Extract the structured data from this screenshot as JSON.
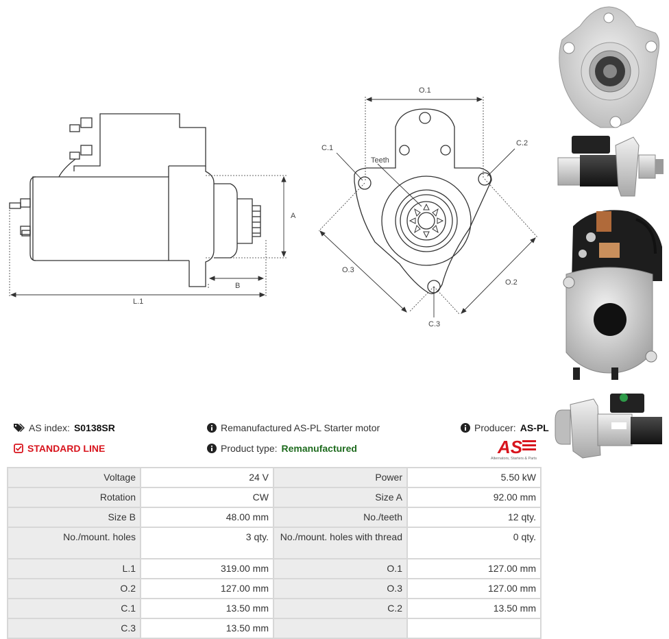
{
  "drawing_side": {
    "dim_a": "A",
    "dim_b": "B",
    "dim_l1": "L.1"
  },
  "drawing_front": {
    "dim_o1": "O.1",
    "dim_o2": "O.2",
    "dim_o3": "O.3",
    "dim_c1": "C.1",
    "dim_c2": "C.2",
    "dim_c3": "C.3",
    "teeth": "Teeth"
  },
  "info": {
    "as_index_label": "AS index:",
    "as_index_value": "S0138SR",
    "line_label": "STANDARD LINE",
    "description": "Remanufactured AS-PL Starter motor",
    "product_type_label": "Product type:",
    "product_type_value": "Remanufactured",
    "producer_label": "Producer:",
    "producer_value": "AS-PL"
  },
  "logo": {
    "mark": "AS",
    "tagline": "Alternators, Starters & Parts",
    "colors": {
      "red": "#d8141d"
    }
  },
  "colors": {
    "accent_red": "#d8141d",
    "accent_green": "#1e6b1e",
    "label_bg": "#ececec",
    "border": "#d7d7d7"
  },
  "specs": [
    {
      "l1": "Voltage",
      "v1": "24 V",
      "l2": "Power",
      "v2": "5.50 kW"
    },
    {
      "l1": "Rotation",
      "v1": "CW",
      "l2": "Size A",
      "v2": "92.00 mm"
    },
    {
      "l1": "Size B",
      "v1": "48.00 mm",
      "l2": "No./teeth",
      "v2": "12 qty."
    },
    {
      "l1": "No./mount. holes",
      "v1": "3 qty.",
      "l2": "No./mount. holes with thread",
      "v2": "0 qty."
    },
    {
      "l1": "L.1",
      "v1": "319.00 mm",
      "l2": "O.1",
      "v2": "127.00 mm"
    },
    {
      "l1": "O.2",
      "v1": "127.00 mm",
      "l2": "O.3",
      "v2": "127.00 mm"
    },
    {
      "l1": "C.1",
      "v1": "13.50 mm",
      "l2": "C.2",
      "v2": "13.50 mm"
    },
    {
      "l1": "C.3",
      "v1": "13.50 mm",
      "l2": "",
      "v2": ""
    }
  ]
}
